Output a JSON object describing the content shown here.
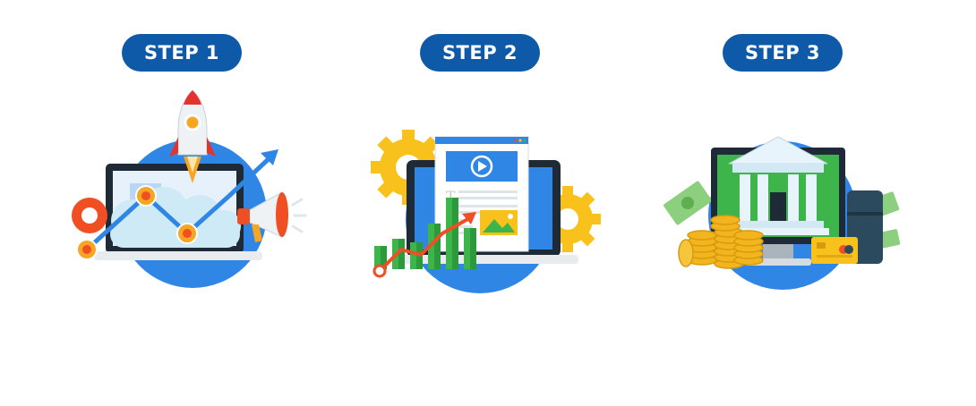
{
  "steps": [
    {
      "label": "STEP 1",
      "illustration": "marketing-launch-illustration"
    },
    {
      "label": "STEP 2",
      "illustration": "content-growth-illustration"
    },
    {
      "label": "STEP 3",
      "illustration": "bank-earnings-illustration"
    }
  ],
  "colors": {
    "pill": "#0f5aa8",
    "circle": "#2f86e5",
    "orange": "#f6a623",
    "red": "#f04e23",
    "green": "#3db54a",
    "yellow": "#f9c11c"
  }
}
